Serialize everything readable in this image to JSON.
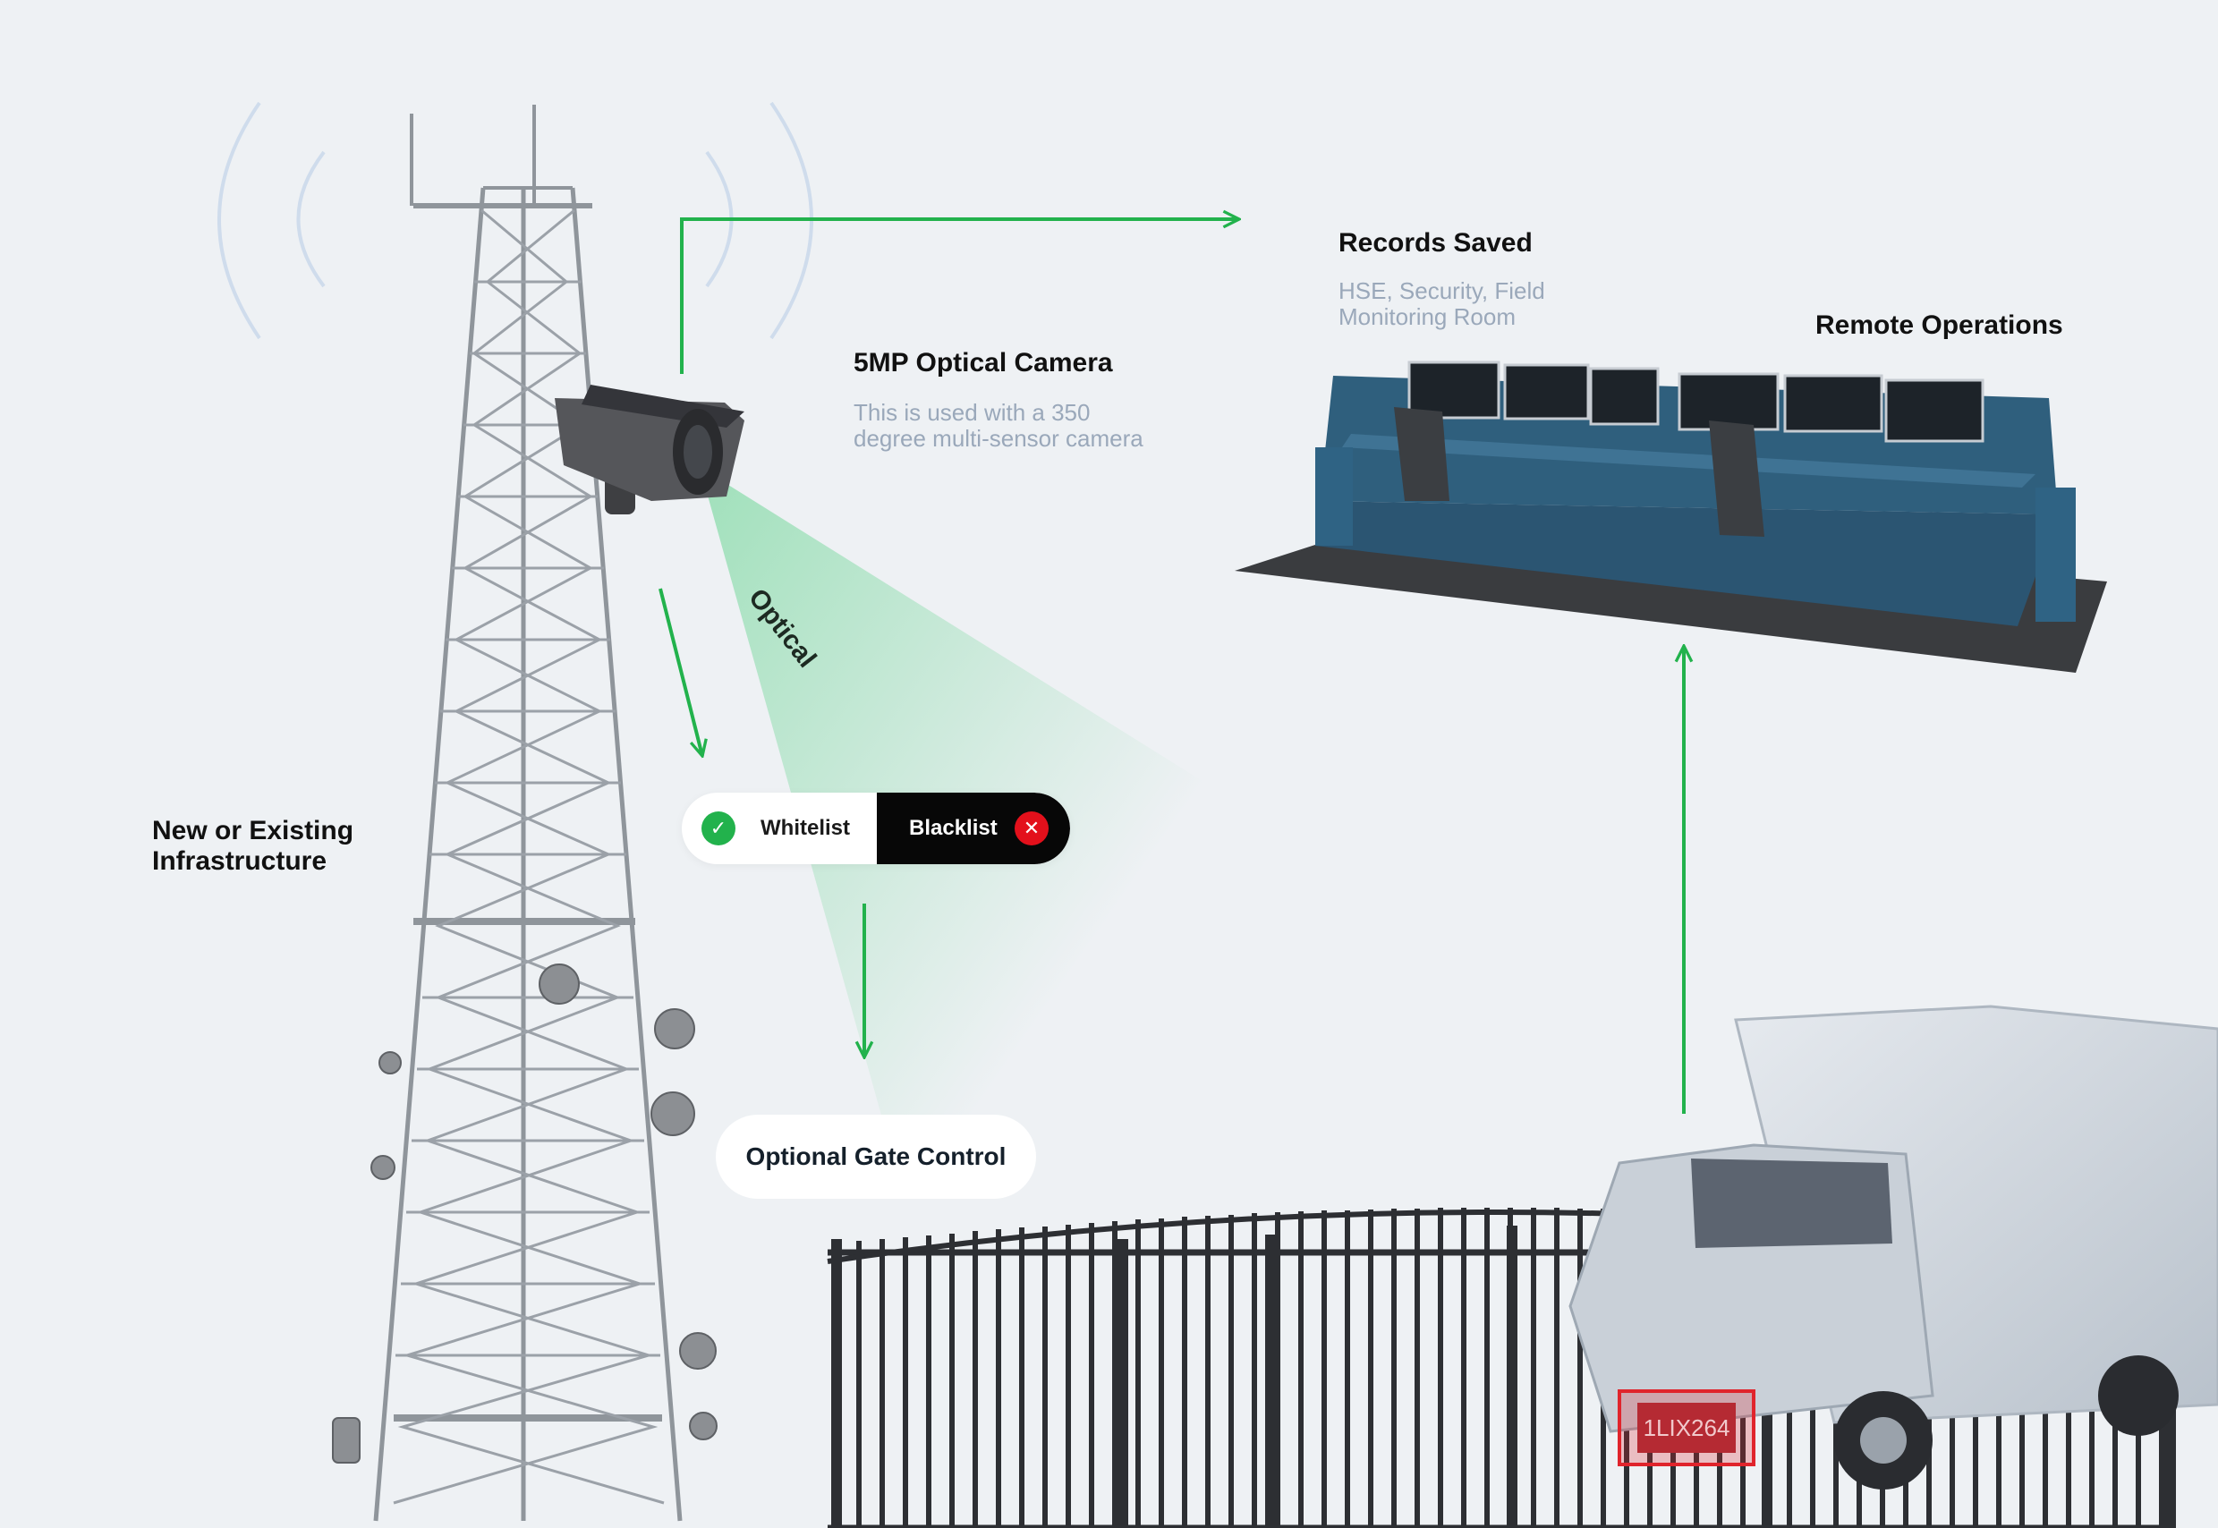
{
  "labels": {
    "records_title": "Records Saved",
    "records_sub_line1": "HSE, Security, Field",
    "records_sub_line2": "Monitoring Room",
    "remote_title": "Remote Operations",
    "camera_title": "5MP Optical Camera",
    "camera_sub_line1": "This is used with a 350",
    "camera_sub_line2": "degree multi-sensor camera",
    "optical": "Optical",
    "infra_line1": "New or Existing",
    "infra_line2": "Infrastructure",
    "gate_control": "Optional Gate Control"
  },
  "toggle": {
    "whitelist": "Whitelist",
    "blacklist": "Blacklist",
    "whitelist_icon": "check-icon",
    "blacklist_icon": "x-icon"
  },
  "plate": {
    "text": "1LIX264"
  },
  "colors": {
    "background": "#eef1f4",
    "arrow": "#22b24c",
    "beam": "#22c55e",
    "whitelist_check": "#22b24c",
    "blacklist_x": "#e3101b",
    "blacklist_bg": "#070707",
    "desk": "#2f5f7d",
    "plate_box": "#e0242c"
  }
}
